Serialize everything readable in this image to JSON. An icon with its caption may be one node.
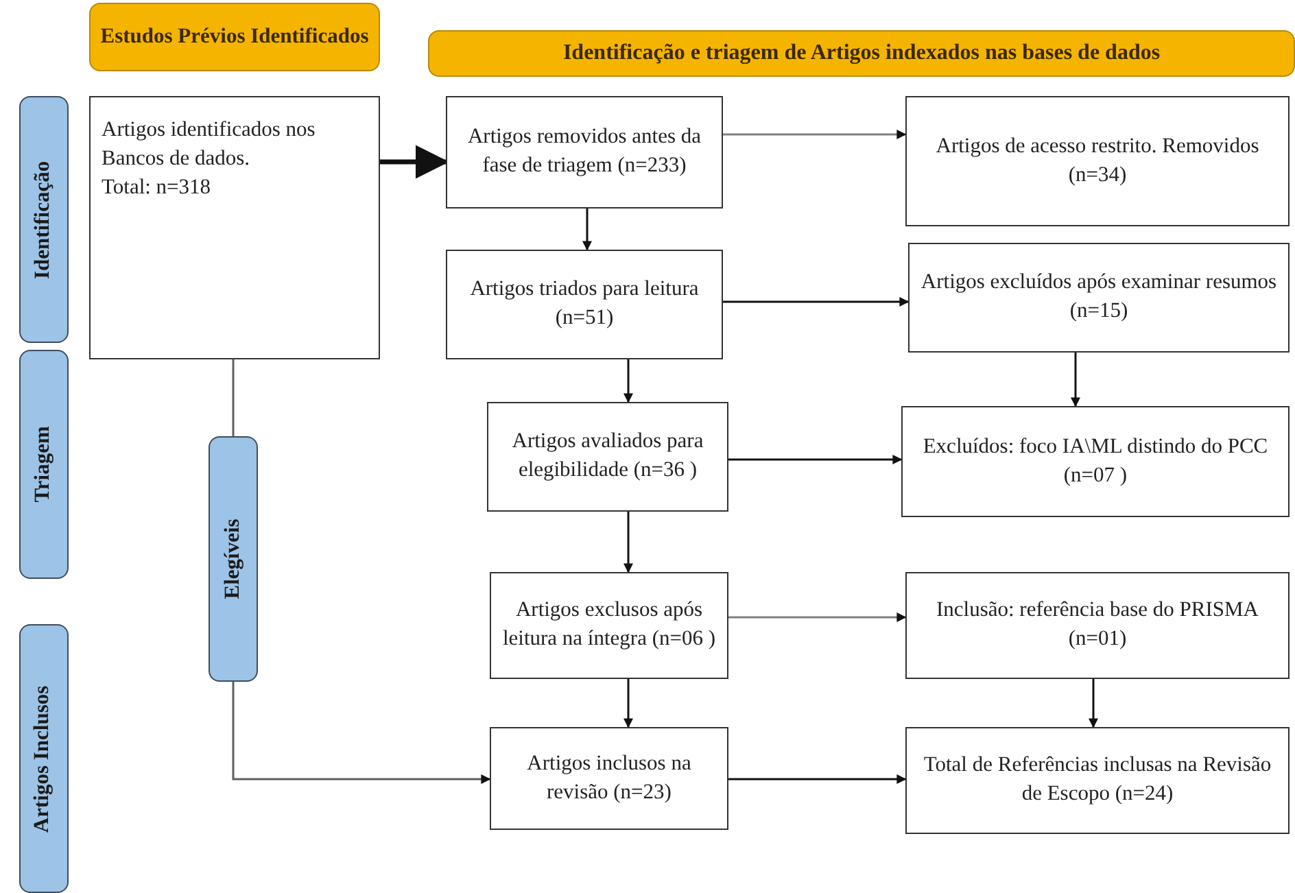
{
  "diagram": {
    "nodes": [
      {
        "text": [
          "Estudos Prévios Identificados"
        ]
      },
      {
        "text": [
          "Identificação e triagem de Artigos indexados nas bases de dados"
        ]
      },
      {
        "text": [
          "Identificação"
        ]
      },
      {
        "text": [
          "Triagem"
        ]
      },
      {
        "text": [
          "Artigos Inclusos"
        ]
      },
      {
        "text": [
          "Artigos identificados nos Bancos de dados.",
          "Total: n=318"
        ]
      },
      {
        "text": [
          "Artigos removidos antes da fase de triagem (n=233)"
        ]
      },
      {
        "text": [
          "Artigos de acesso restrito. Removidos (n=34)"
        ]
      },
      {
        "text": [
          "Artigos triados para leitura (n=51)"
        ]
      },
      {
        "text": [
          "Artigos excluídos após examinar resumos (n=15)"
        ]
      },
      {
        "text": [
          "Artigos avaliados para elegibilidade (n=36 )"
        ]
      },
      {
        "text": [
          "Excluídos: foco IA\\ML distindo do PCC (n=07 )"
        ]
      },
      {
        "text": [
          "Artigos exclusos após leitura na íntegra (n=06 )"
        ]
      },
      {
        "text": [
          "Inclusão: referência base do PRISMA (n=01)"
        ]
      },
      {
        "text": [
          "Artigos inclusos na revisão (n=23)"
        ]
      },
      {
        "text": [
          "Total de Referências inclusas na Revisão de Escopo (n=24)"
        ]
      },
      {
        "text": [
          "Elegíveis"
        ]
      }
    ],
    "edges": [
      {
        "from": 5,
        "to": 6,
        "arrow": "to",
        "style": "thick"
      },
      {
        "from": 6,
        "to": 7,
        "arrow": "to",
        "color": "#808080"
      },
      {
        "from": 6,
        "to": 8,
        "arrow": "to"
      },
      {
        "from": 8,
        "to": 9,
        "arrow": "to"
      },
      {
        "from": 8,
        "to": 10,
        "arrow": "to"
      },
      {
        "from": 9,
        "to": 11,
        "arrow": "to"
      },
      {
        "from": 10,
        "to": 11,
        "arrow": "to"
      },
      {
        "from": 10,
        "to": 12,
        "arrow": "to"
      },
      {
        "from": 12,
        "to": 13,
        "arrow": "to",
        "color": "#808080"
      },
      {
        "from": 12,
        "to": 14,
        "arrow": "to"
      },
      {
        "from": 13,
        "to": 15,
        "arrow": "to"
      },
      {
        "from": 14,
        "to": 15,
        "arrow": "to"
      },
      {
        "from": 5,
        "to": 16,
        "arrow": "none",
        "color": "#606060"
      },
      {
        "from": 16,
        "to": 14,
        "arrow": "to",
        "color": "#606060"
      }
    ]
  }
}
